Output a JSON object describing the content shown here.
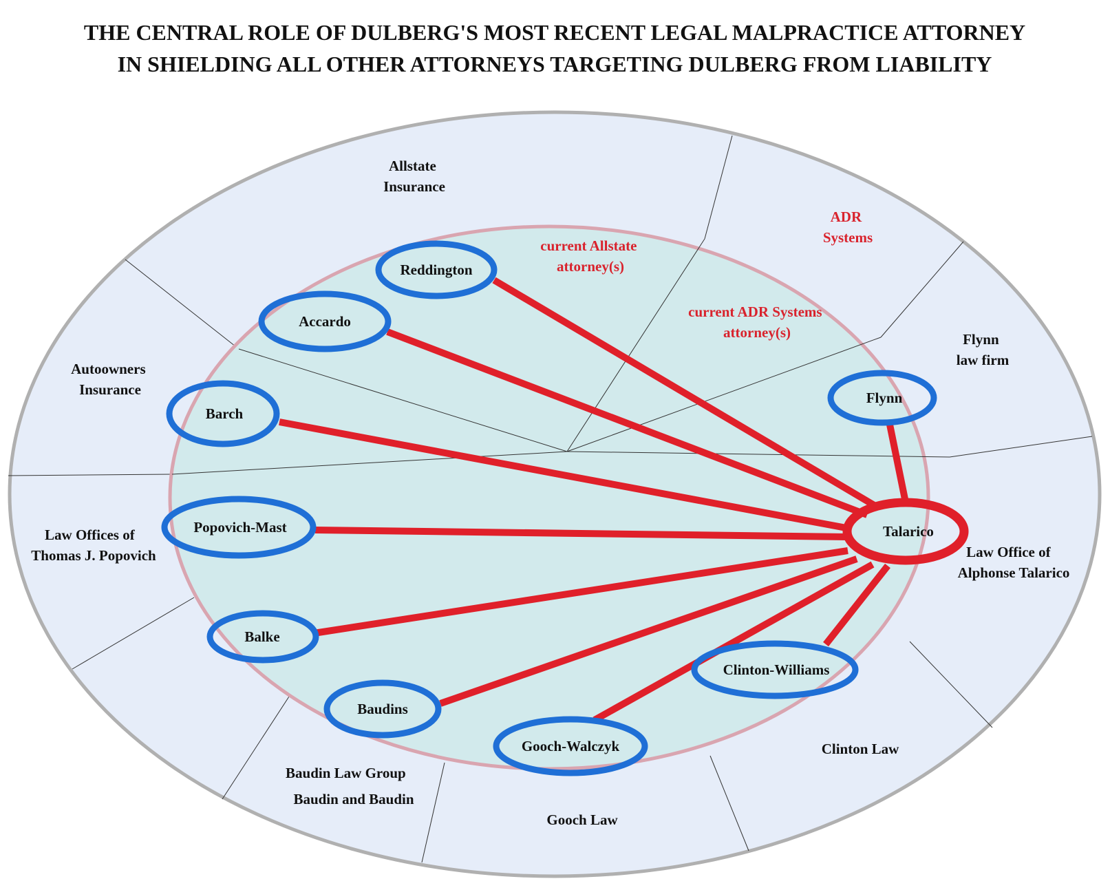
{
  "title": {
    "line1": "THE CENTRAL ROLE OF DULBERG'S MOST RECENT LEGAL MALPRACTICE ATTORNEY",
    "line2": "IN SHIELDING  ALL OTHER ATTORNEYS TARGETING DULBERG FROM LIABILITY"
  },
  "colors": {
    "outer_fill": "#e6edf9",
    "outer_stroke": "#b0b0b0",
    "inner_fill": "#d2eaec",
    "inner_stroke": "#d9a5b0",
    "node_stroke": "#1f6fd6",
    "hub_stroke": "#e0202a",
    "link": "#e0202a",
    "red_text": "#d9232d"
  },
  "organizations": {
    "allstate": [
      "Allstate",
      "Insurance"
    ],
    "adr": [
      "ADR",
      "Systems"
    ],
    "flynn": [
      "Flynn",
      "law firm"
    ],
    "autoowners": [
      "Autoowners",
      "Insurance"
    ],
    "popovich": [
      "Law Offices of",
      "Thomas J. Popovich"
    ],
    "talarico": [
      "Law Office of",
      "Alphonse Talarico"
    ],
    "baudin": [
      "Baudin Law Group",
      "Baudin and Baudin"
    ],
    "gooch": [
      "Gooch Law"
    ],
    "clinton": [
      "Clinton Law"
    ]
  },
  "inner_labels": {
    "allstate": [
      "current Allstate",
      "attorney(s)"
    ],
    "adr": [
      "current ADR Systems",
      "attorney(s)"
    ]
  },
  "hub": {
    "name": "Talarico"
  },
  "attorneys": [
    {
      "id": "reddington",
      "name": "Reddington"
    },
    {
      "id": "accardo",
      "name": "Accardo"
    },
    {
      "id": "barch",
      "name": "Barch"
    },
    {
      "id": "popovich-mast",
      "name": "Popovich-Mast"
    },
    {
      "id": "balke",
      "name": "Balke"
    },
    {
      "id": "baudins",
      "name": "Baudins"
    },
    {
      "id": "gooch-walczyk",
      "name": "Gooch-Walczyk"
    },
    {
      "id": "clinton-williams",
      "name": "Clinton-Williams"
    },
    {
      "id": "flynn",
      "name": "Flynn"
    }
  ]
}
